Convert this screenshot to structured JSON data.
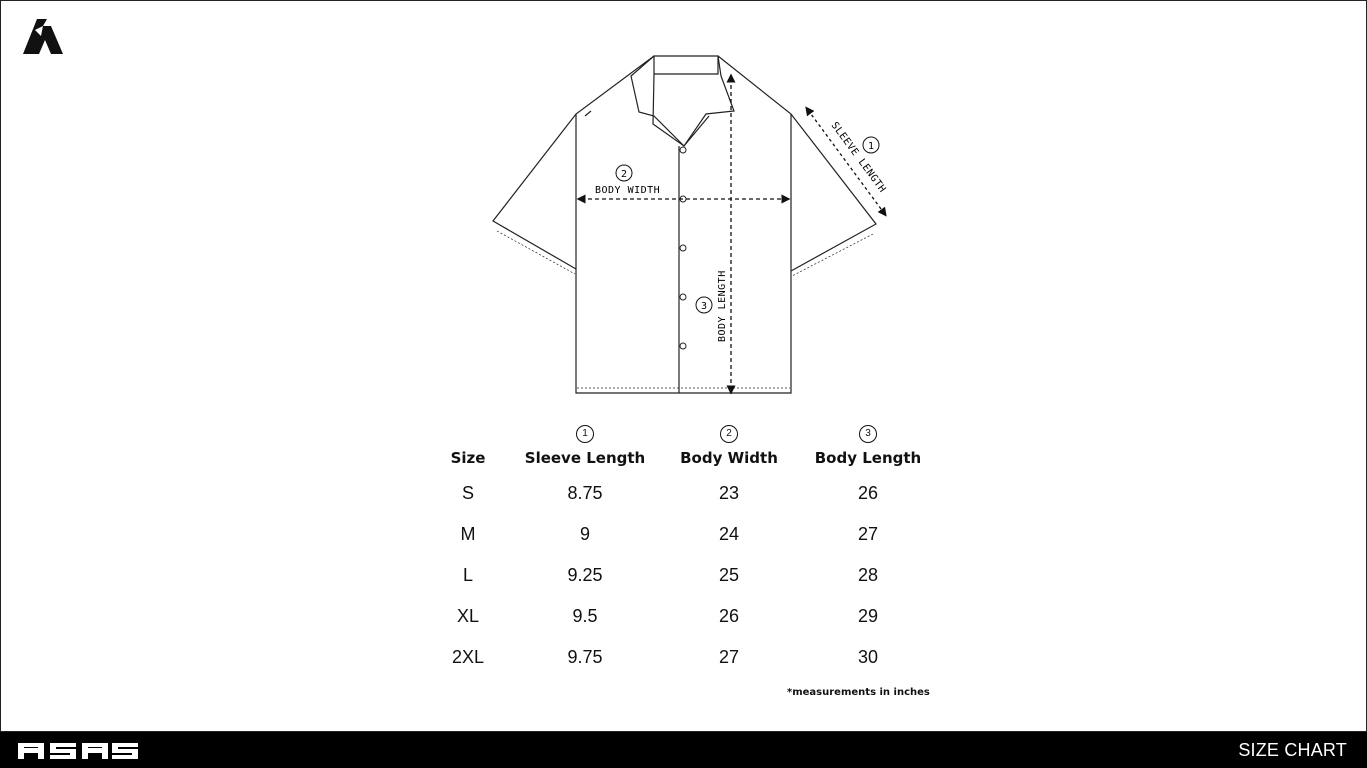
{
  "diagram": {
    "labels": {
      "sleeve_length": "SLEEVE LENGTH",
      "body_width": "BODY WIDTH",
      "body_length": "BODY LENGTH"
    },
    "markers": {
      "sleeve_length": "1",
      "body_width": "2",
      "body_length": "3"
    }
  },
  "table": {
    "header": {
      "size": "Size",
      "sleeve_length": {
        "marker": "1",
        "label": "Sleeve Length"
      },
      "body_width": {
        "marker": "2",
        "label": "Body Width"
      },
      "body_length": {
        "marker": "3",
        "label": "Body Length"
      }
    },
    "rows": [
      {
        "size": "S",
        "sleeve": "8.75",
        "width": "23",
        "length": "26"
      },
      {
        "size": "M",
        "sleeve": "9",
        "width": "24",
        "length": "27"
      },
      {
        "size": "L",
        "sleeve": "9.25",
        "width": "25",
        "length": "28"
      },
      {
        "size": "XL",
        "sleeve": "9.5",
        "width": "26",
        "length": "29"
      },
      {
        "size": "2XL",
        "sleeve": "9.75",
        "width": "27",
        "length": "30"
      }
    ],
    "note": "*measurements in inches"
  },
  "footer": {
    "brand": "ASAS",
    "title": "SIZE CHART"
  },
  "colors": {
    "ink": "#111111",
    "footer_bg": "#000000",
    "footer_text": "#ffffff"
  }
}
